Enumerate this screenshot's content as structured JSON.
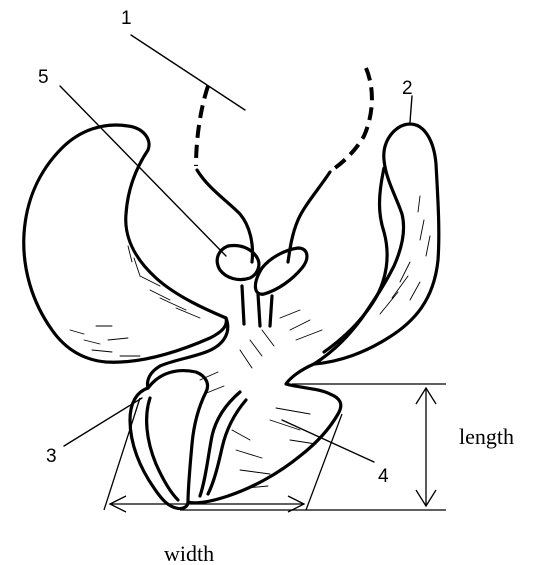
{
  "labels": {
    "part_1": "1",
    "part_2": "2",
    "part_3": "3",
    "part_4": "4",
    "part_5": "5",
    "length": "length",
    "width": "width"
  },
  "colors": {
    "ink": "#000000",
    "background": "#ffffff"
  }
}
